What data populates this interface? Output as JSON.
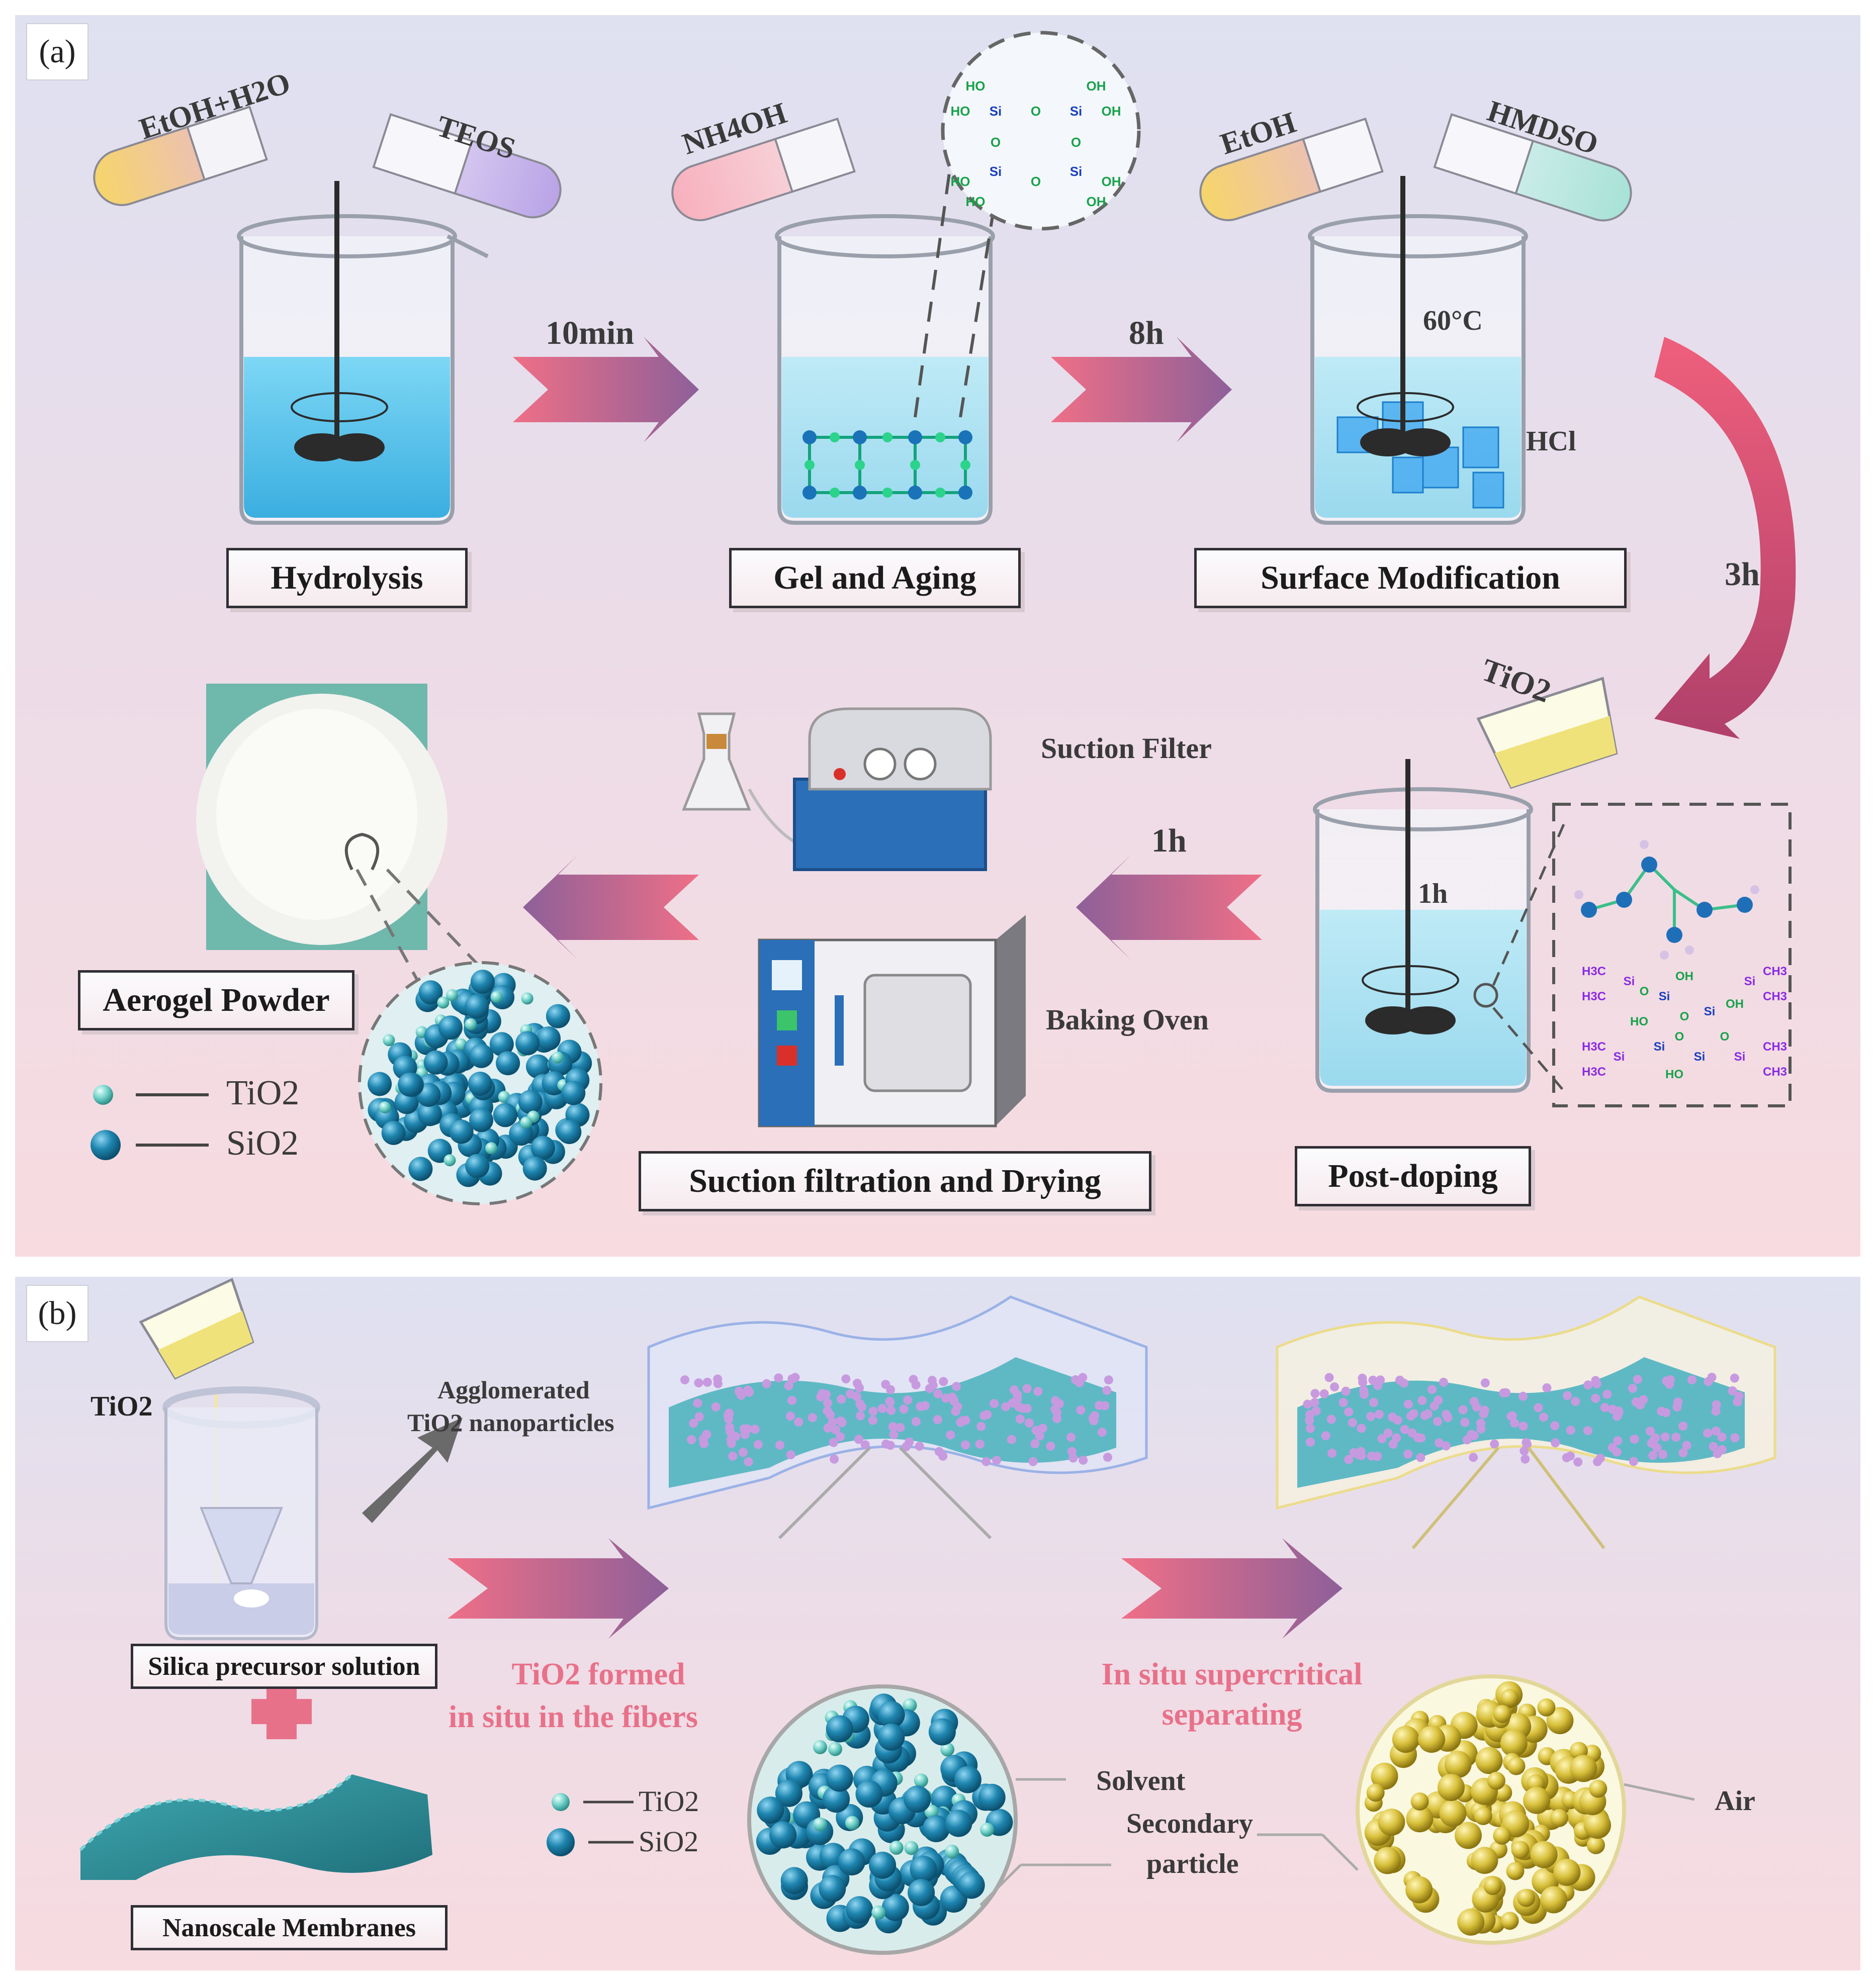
{
  "panel_a": {
    "tag": "(a)",
    "stages": {
      "hydrolysis": "Hydrolysis",
      "gel_aging": "Gel and Aging",
      "surface_mod": "Surface Modification",
      "post_doping": "Post-doping",
      "suction_drying": "Suction filtration and Drying",
      "aerogel_powder": "Aerogel Powder"
    },
    "reagents": {
      "etoh_h2o": "EtOH+H2O",
      "teos": "TEOS",
      "nh4oh": "NH4OH",
      "etoh": "EtOH",
      "hmdso": "HMDSO",
      "tio2": "TiO2"
    },
    "times": {
      "t1": "10min",
      "t2": "8h",
      "t3": "3h",
      "t4": "1h",
      "t5": "1h"
    },
    "conditions": {
      "temp": "60°C",
      "acid": "HCl"
    },
    "equipment": {
      "suction_filter": "Suction Filter",
      "baking_oven": "Baking Oven"
    },
    "legend": {
      "tio2": "TiO2",
      "sio2": "SiO2"
    },
    "molecule_labels": {
      "si": "Si",
      "o": "O",
      "oh": "OH",
      "ho": "HO",
      "h3c": "H3C",
      "ch3": "CH3"
    }
  },
  "panel_b": {
    "tag": "(b)",
    "tio2": "TiO2",
    "agglomerated": "Agglomerated",
    "agglomerated_2": "TiO2 nanoparticles",
    "silica_precursor": "Silica precursor solution",
    "nanoscale_membranes": "Nanoscale Membranes",
    "step1_line1": "TiO2 formed",
    "step1_line2": "in situ in the fibers",
    "step2_line1": "In situ supercritical",
    "step2_line2": "separating",
    "solvent": "Solvent",
    "secondary_1": "Secondary",
    "secondary_2": "particle",
    "air": "Air",
    "legend": {
      "tio2": "TiO2",
      "sio2": "SiO2"
    }
  },
  "colors": {
    "arrow_pink": "#ee7088",
    "arrow_purple": "#8f5f9b",
    "sio2_blue": "#1f86b0",
    "tio2_cyan": "#6fd0c8",
    "water_blue": "#5cc4ea",
    "gold": "#d7bf3a",
    "lavender": "#c79ae0"
  }
}
